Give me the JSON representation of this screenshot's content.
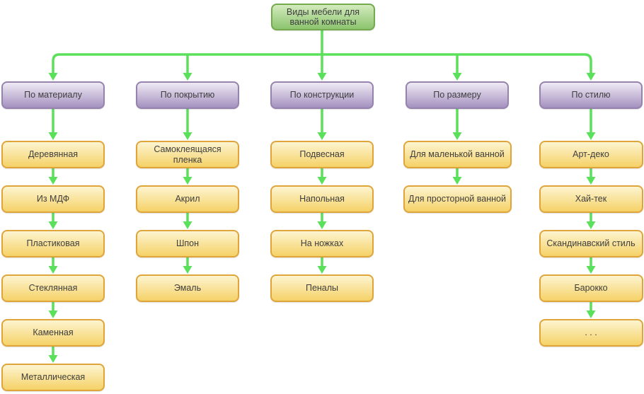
{
  "root": {
    "label": "Виды мебели для ванной комнаты"
  },
  "columns": [
    {
      "header": "По материалу",
      "items": [
        "Деревянная",
        "Из МДФ",
        "Пластиковая",
        "Стеклянная",
        "Каменная",
        "Металлическая"
      ]
    },
    {
      "header": "По покрытию",
      "items": [
        "Самоклеящаяся пленка",
        "Акрил",
        "Шпон",
        "Эмаль"
      ]
    },
    {
      "header": "По конструкции",
      "items": [
        "Подвесная",
        "Напольная",
        "На ножках",
        "Пеналы"
      ]
    },
    {
      "header": "По размеру",
      "items": [
        "Для маленькой ванной",
        "Для просторной ванной"
      ]
    },
    {
      "header": "По стилю",
      "items": [
        "Арт-деко",
        "Хай-тек",
        "Скандинавский стиль",
        "Барокко",
        ". . ."
      ]
    }
  ],
  "colors": {
    "arrow_green": "#5be05b",
    "root_fill_top": "#d3ebbd",
    "root_fill_bottom": "#8cc46e",
    "root_border": "#74a94e",
    "category_fill_top": "#efeaf4",
    "category_fill_bottom": "#a591c0",
    "category_border": "#9583ad",
    "item_fill_top": "#fdf5d0",
    "item_fill_bottom": "#f5d267",
    "item_border": "#dfa53b",
    "text": "#3e3e3e"
  }
}
